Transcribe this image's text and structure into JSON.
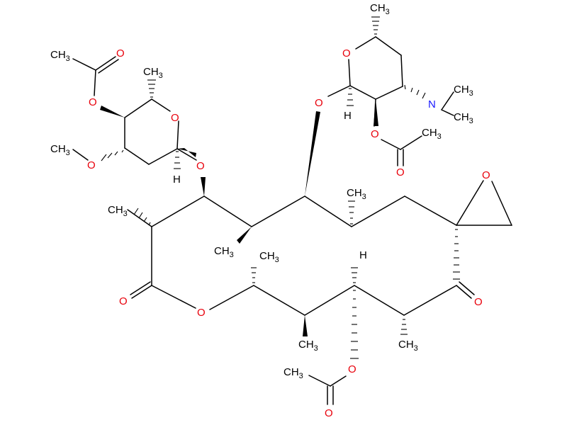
{
  "colors": {
    "bond": "#000000",
    "carbon_label": "#000000",
    "oxygen": "#e8000b",
    "nitrogen": "#1818ff",
    "background": "#ffffff"
  },
  "labels": {
    "o_acyl_top": "O",
    "o_ester_topleft": "O",
    "ch3_acyl_topleft": "CH3",
    "ch3_c5_sugar1": "CH3",
    "o_ring_sugar1": "O",
    "ch3_methoxy": "CH3",
    "o_methoxy": "O",
    "h_anomeric_sugar1": "H",
    "o_glycoside1": "O",
    "ch3_c5_sugar2": "CH3",
    "o_ring_sugar2": "O",
    "o_glycoside2": "O",
    "h_anomeric_sugar2": "H",
    "n_dimethylamino": "N",
    "ch3_n_upper": "CH3",
    "ch3_n_lower": "CH3",
    "o_ester_sugar2": "O",
    "ch3_acyl_sugar2": "CH3",
    "o_carbonyl_sugar2": "O",
    "o_epoxide": "O",
    "ch3_ring_top": "CH3",
    "ch3_ring_left_upper": "CH3",
    "ch3_ring_left_lower": "CH3",
    "o_lactone_carbonyl": "O",
    "o_lactone_ring": "O",
    "ch3_c13": "CH3",
    "h_c11": "H",
    "o_ketone": "O",
    "ch3_c12": "CH3",
    "ch3_c10": "CH3",
    "o_ester_bottom": "O",
    "ch3_acyl_bottom": "CH3",
    "o_carbonyl_bottom": "O"
  }
}
